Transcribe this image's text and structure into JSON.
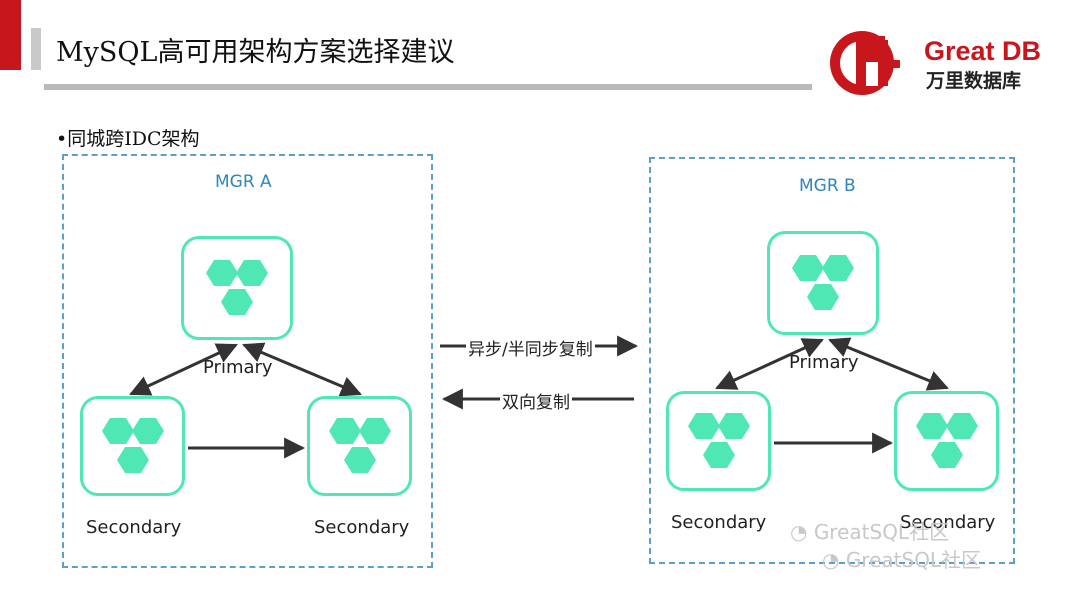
{
  "header": {
    "title": "MySQL高可用架构方案选择建议",
    "logo": {
      "brand_en": "Great DB",
      "brand_cn": "万里数据库"
    }
  },
  "bullet": "•同城跨IDC架构",
  "cluster_a": {
    "label": "MGR A",
    "primary": "Primary",
    "secondary_left": "Secondary",
    "secondary_right": "Secondary"
  },
  "cluster_b": {
    "label": "MGR B",
    "primary": "Primary",
    "secondary_left": "Secondary",
    "secondary_right": "Secondary"
  },
  "links": {
    "async_semi_sync": "异步/半同步复制",
    "bidirectional": "双向复制"
  },
  "watermark": [
    "GreatSQL社区",
    "GreatSQL社区"
  ],
  "colors": {
    "accent_red": "#c8161d",
    "node_green": "#4fe8b4",
    "dashed_blue": "#5aa0c8",
    "mgr_blue": "#2e86c1"
  }
}
